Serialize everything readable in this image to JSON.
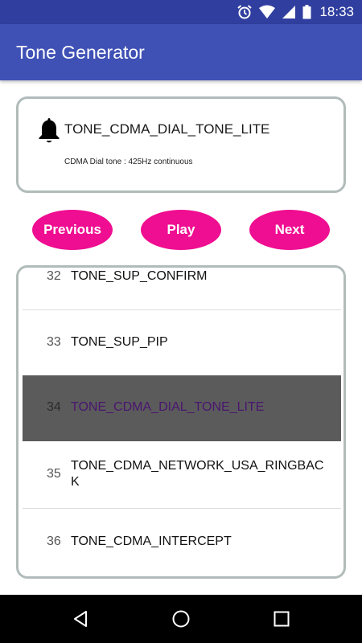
{
  "status_bar": {
    "time": "18:33"
  },
  "app_bar": {
    "title": "Tone Generator"
  },
  "current_tone": {
    "name": "TONE_CDMA_DIAL_TONE_LITE",
    "description": "CDMA Dial tone : 425Hz  continuous",
    "icon": "bell-icon"
  },
  "controls": {
    "previous": "Previous",
    "play": "Play",
    "next": "Next"
  },
  "tone_list": [
    {
      "num": "32",
      "label": "TONE_SUP_CONFIRM",
      "selected": false
    },
    {
      "num": "33",
      "label": "TONE_SUP_PIP",
      "selected": false
    },
    {
      "num": "34",
      "label": "TONE_CDMA_DIAL_TONE_LITE",
      "selected": true
    },
    {
      "num": "35",
      "label": "TONE_CDMA_NETWORK_USA_RINGBACK",
      "selected": false
    },
    {
      "num": "36",
      "label": "TONE_CDMA_INTERCEPT",
      "selected": false
    }
  ],
  "colors": {
    "primary": "#3f51b5",
    "primary_dark": "#303f9f",
    "accent": "#ef0d91",
    "selected_row": "#5b5b5b"
  },
  "nav_icons": [
    "back-icon",
    "home-icon",
    "recents-icon"
  ]
}
